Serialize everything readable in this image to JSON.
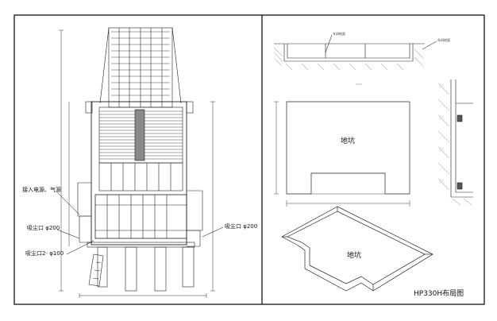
{
  "drawing": {
    "title": "HP330H布局图",
    "pit_label": "地坑",
    "pit_label_iso": "地坑"
  },
  "callouts": {
    "power_air": "接入电源、气源",
    "suction_left": "吸尘口 φ200",
    "suction_bottom": "吸尘口2- φ100",
    "suction_right": "吸尘口 φ200"
  },
  "section_notes": {
    "left": "车间地面",
    "right": "车间地面"
  }
}
